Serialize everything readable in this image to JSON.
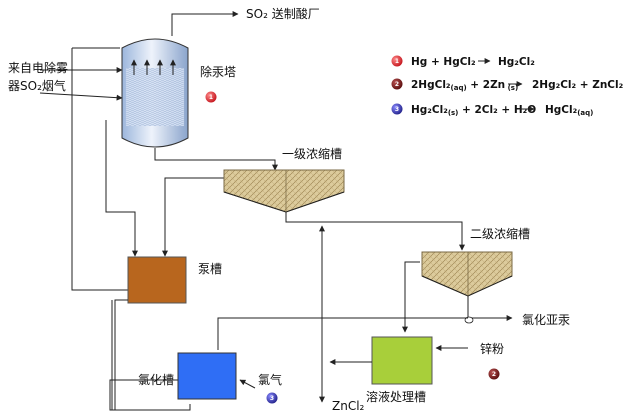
{
  "labels": {
    "so2_out": "SO₂ 送制酸厂",
    "inlet_line1": "来自电除雾",
    "inlet_line2": "器SO₂烟气",
    "tower": "除汞塔",
    "tank1": "一级浓缩槽",
    "tank2": "二级浓缩槽",
    "pump_tank": "泵槽",
    "hg2cl2_out": "氯化亚汞",
    "zinc_powder": "锌粉",
    "chlorination_tank": "氯化槽",
    "chlorine": "氯气",
    "solution_tank": "溶液处理槽",
    "zncl2": "ZnCl₂"
  },
  "markers": [
    {
      "id": "1",
      "color": "#e8202a"
    },
    {
      "id": "2",
      "color": "#8b1a1a"
    },
    {
      "id": "3",
      "color": "#3a3ab0"
    }
  ],
  "equations": {
    "eq1_left": "Hg + HgCl₂",
    "eq1_right": "Hg₂Cl₂",
    "eq2_a": "2HgCl₂",
    "eq2_a_sub": "(aq)",
    "eq2_b": " + 2Zn",
    "eq2_b_sub": " (s)",
    "eq2_right": "2Hg₂Cl₂ + ZnCl₂",
    "eq3_a": "Hg₂Cl₂",
    "eq3_a_sub": "(s)",
    "eq3_b": " + 2Cl₂ + H₂O",
    "eq3_right": "HgCl₂",
    "eq3_right_sub": "(aq)"
  },
  "colors": {
    "pump_tank": "#b8661e",
    "chlorination_tank": "#2f6ef5",
    "solution_tank": "#a8cf3a",
    "thickener": "#d8c9a0",
    "tower_body": "#c8d8f0"
  }
}
